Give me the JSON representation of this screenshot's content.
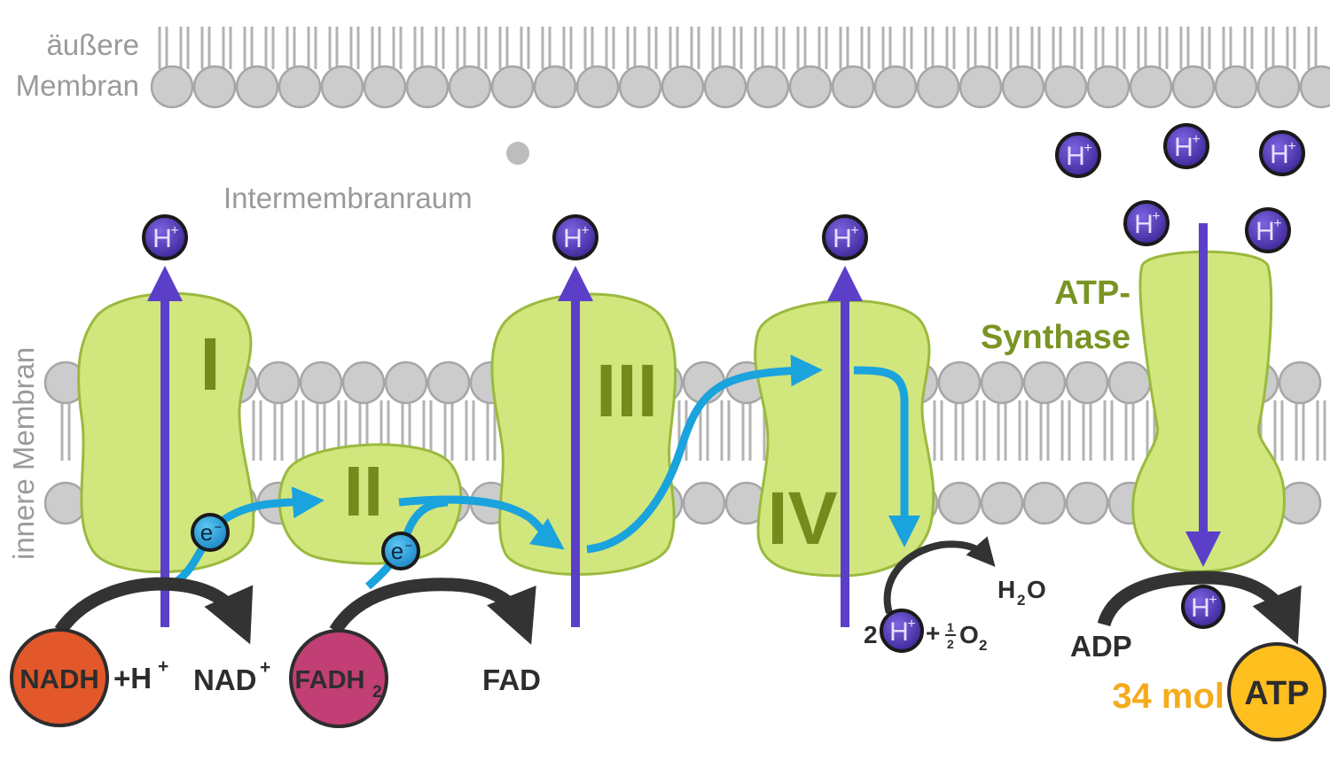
{
  "colors": {
    "membrane_head": "#cccccc",
    "membrane_stroke": "#a6a6a6",
    "membrane_tail": "#b3b3b3",
    "complex_fill": "#d2e67e",
    "complex_stroke": "#9aba3e",
    "roman_numeral": "#748b1c",
    "proton_arrow": "#5b3fc9",
    "electron_arrow": "#1aa3dd",
    "proton_fill": "#4f33b5",
    "reaction_arrow": "#333333",
    "nadh": "#e2582a",
    "fadh": "#c13f74",
    "atp": "#ffbf1f",
    "atp_text_gold": "#f4ab1c",
    "gray_text": "#9a9a9a"
  },
  "labels": {
    "outer_membrane_line1": "äußere",
    "outer_membrane_line2": "Membran",
    "intermembrane_space": "Intermembranraum",
    "inner_membrane": "innere Membran",
    "atp_synthase_line1": "ATP-",
    "atp_synthase_line2": "Synthase"
  },
  "complexes": {
    "c1": "I",
    "c2": "II",
    "c3": "III",
    "c4": "IV"
  },
  "particles": {
    "proton": "H",
    "proton_charge": "+",
    "electron": "e",
    "electron_charge": "−"
  },
  "reactions": {
    "nadh": "NADH",
    "h_plus": "+H",
    "h_plus_sup": "+",
    "nad": "NAD",
    "nad_sup": "+",
    "fadh": "FADH",
    "fadh_sub": "2",
    "fad": "FAD",
    "water_h": "H",
    "water_sub": "2",
    "water_o": "O",
    "oxygen_coef": "2",
    "oxygen_plus": "+",
    "half_num": "1",
    "half_den": "2",
    "oxygen_o": "O",
    "oxygen_sub": "2",
    "adp": "ADP",
    "atp_amount": "34 mol",
    "atp": "ATP"
  }
}
